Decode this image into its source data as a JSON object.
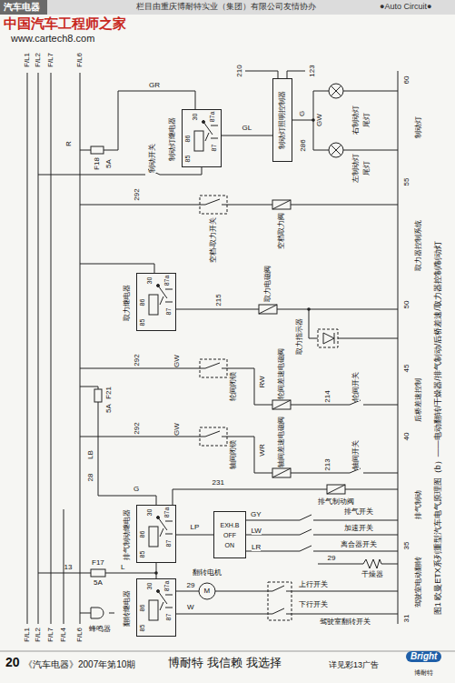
{
  "diagram": {
    "caption": "图1 欧曼ETX系列重型汽车电气原理图（b）——电动翻转/干燥器/排气制动/后桥差速/取力器控制/制动灯",
    "nodes": [
      {
        "text": [
          "制动灯照明控制器"
        ]
      },
      {
        "text": [
          "制动灯继电器"
        ]
      },
      {
        "text": [
          "取力继电器"
        ]
      },
      {
        "text": [
          "排气制动继电器"
        ]
      },
      {
        "text": [
          "翻转继电器"
        ]
      },
      {
        "text": [
          "EXH.B",
          "OFF",
          "ON"
        ]
      }
    ],
    "edges": [
      {
        "from": 1,
        "to": 0,
        "arrow": "none",
        "label": "GL"
      },
      {
        "from": 3,
        "to": 5,
        "arrow": "none",
        "label": "LP"
      }
    ],
    "labels": [
      "汽车电器",
      "栏目由重庆博耐特实业（集团）有限公司友情协办",
      "●Auto Circuit●",
      "中国汽车工程师之家",
      "www.cartech8.com",
      "F/L1",
      "F/L2",
      "F/L7",
      "F/L6",
      "F/L1",
      "F/L2",
      "F/L7",
      "F/L4",
      "F/L6",
      "60",
      "55",
      "50",
      "45",
      "40",
      "35",
      "31",
      "制动灯",
      "取力器控制系统",
      "后桥差速控制",
      "排气制动",
      "驾驶室电动翻转",
      "右制动灯",
      "尾灯",
      "左制动灯",
      "尾灯",
      "210",
      "123",
      "GW",
      "G",
      "286",
      "GR",
      "R",
      "制动开关",
      "F18",
      "5A",
      "30",
      "87a",
      "86",
      "87",
      "85",
      "30",
      "87a",
      "86",
      "87",
      "85",
      "30",
      "87a",
      "86",
      "87",
      "85",
      "30",
      "87a",
      "86",
      "87",
      "85",
      "292",
      "空档-取力开关",
      "空档取力阀",
      "215",
      "取力电磁阀",
      "取力指示器",
      "292",
      "GW",
      "轮间闭锁",
      "RW",
      "214",
      "轮间开关",
      "轮间差速电磁阀",
      "292",
      "GW",
      "轴间闭锁",
      "WR",
      "213",
      "轴间开关",
      "轴间差速电磁阀",
      "LB",
      "28",
      "G",
      "F21",
      "5A",
      "231",
      "排气制动阀",
      "GY",
      "LW",
      "LR",
      "排气开关",
      "加速开关",
      "离合器开关",
      "13",
      "L",
      "F17",
      "5A",
      "29",
      "干燥器",
      "翻转电机",
      "W",
      "29",
      "上行开关",
      "下行开关",
      "驾驶室翻转开关",
      "蜂鸣器",
      "20",
      "《汽车电器》2007年第10期",
      "博耐特 我信赖 我选择",
      "详见彩13广告",
      "Bright",
      "博耐特",
      "M"
    ]
  }
}
